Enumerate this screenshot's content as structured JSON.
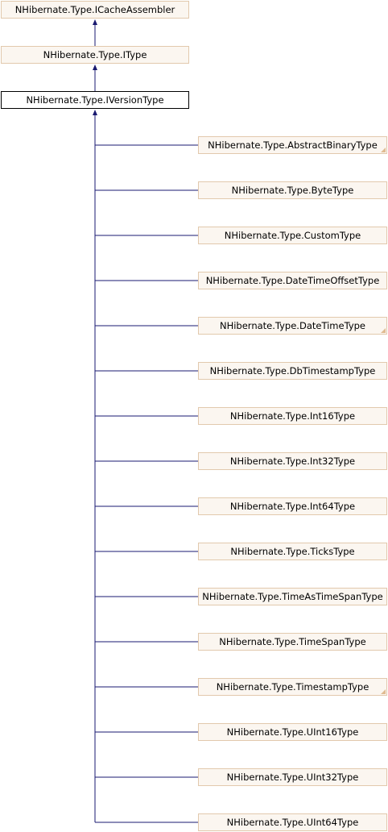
{
  "diagram": {
    "ancestors": [
      {
        "label": "NHibernate.Type.ICacheAssembler"
      },
      {
        "label": "NHibernate.Type.IType"
      }
    ],
    "current": {
      "label": "NHibernate.Type.IVersionType"
    },
    "implementations": [
      {
        "label": "NHibernate.Type.AbstractBinaryType",
        "has_more": true
      },
      {
        "label": "NHibernate.Type.ByteType",
        "has_more": false
      },
      {
        "label": "NHibernate.Type.CustomType",
        "has_more": false
      },
      {
        "label": "NHibernate.Type.DateTimeOffsetType",
        "has_more": false
      },
      {
        "label": "NHibernate.Type.DateTimeType",
        "has_more": true
      },
      {
        "label": "NHibernate.Type.DbTimestampType",
        "has_more": false
      },
      {
        "label": "NHibernate.Type.Int16Type",
        "has_more": false
      },
      {
        "label": "NHibernate.Type.Int32Type",
        "has_more": false
      },
      {
        "label": "NHibernate.Type.Int64Type",
        "has_more": false
      },
      {
        "label": "NHibernate.Type.TicksType",
        "has_more": false
      },
      {
        "label": "NHibernate.Type.TimeAsTimeSpanType",
        "has_more": false
      },
      {
        "label": "NHibernate.Type.TimeSpanType",
        "has_more": false
      },
      {
        "label": "NHibernate.Type.TimestampType",
        "has_more": true
      },
      {
        "label": "NHibernate.Type.UInt16Type",
        "has_more": false
      },
      {
        "label": "NHibernate.Type.UInt32Type",
        "has_more": false
      },
      {
        "label": "NHibernate.Type.UInt64Type",
        "has_more": false
      }
    ],
    "colors": {
      "edge": "#191970",
      "node_fill": "#fbf6f0",
      "node_border": "#e2c9ad",
      "current_border": "#000000"
    }
  }
}
